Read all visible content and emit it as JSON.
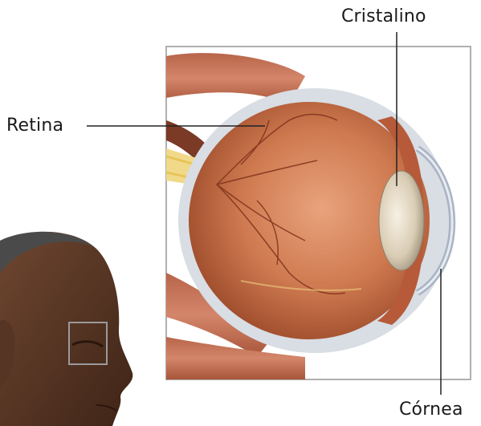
{
  "labels": {
    "cristalino": "Cristalino",
    "retina": "Retina",
    "cornea": "Córnea"
  }
}
